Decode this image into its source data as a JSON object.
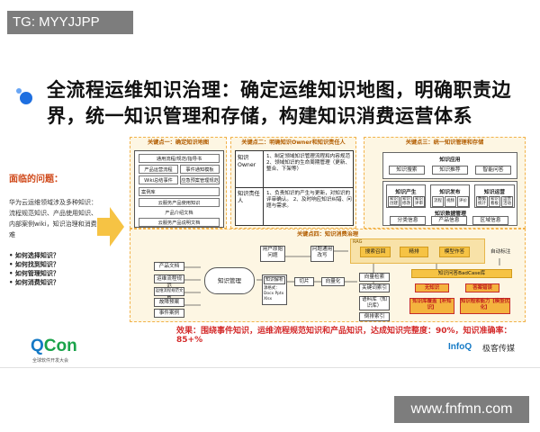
{
  "badge": {
    "text": "TG: MYYJJPP"
  },
  "title": "全流程运维知识治理：确定运维知识地图，明确职责边界，统一知识管理和存储，构建知识消费运营体系",
  "left": {
    "problem_title": "面临的问题：",
    "description": "华为云运维领域涉及多种知识：流程规范知识、产品使用知识、内部案例wiki，知识治理和消费难",
    "questions": [
      "如何选择知识？",
      "如何找到知识？",
      "如何管理知识？",
      "如何消费知识？"
    ]
  },
  "sec1": {
    "title": "关键点一：确定知识地图",
    "rows": [
      "通用流程/规范/指导书",
      "产品运营流程",
      "事件通知模板",
      "Wiki总结事件",
      "应急预案管理规范",
      "案例库",
      "云服务产品使用知识",
      "产品介绍文档",
      "云服务产品说明文档"
    ]
  },
  "sec2": {
    "title": "关键点二：明确知识Owner和知识责任人",
    "row1_head": "知识Owner",
    "row1_body": "1、制定领域知识管理流程和内容规范 2、领域知识的生命周期管理（更新、整合、下架等）",
    "row2_head": "知识责任人",
    "row2_body": "1、负责知识的产生与更新，对知识的评审确认。 2、及时响应知识纠错、问题与需求。"
  },
  "sec3": {
    "title": "关键点三：统一知识管理和存储",
    "app_title": "知识应用",
    "apps": [
      "知识搜索",
      "知识推荐",
      "智能问答"
    ],
    "produce_title": "知识产生",
    "produce_items": [
      "知识创建",
      "知识修改",
      "知识评审"
    ],
    "publish_title": "知识发布",
    "publish_items": [
      "流程",
      "视频",
      "评价"
    ],
    "ops_title": "知识运营",
    "ops_items": [
      "数据统计",
      "知识看板",
      "运营活动"
    ],
    "platform_title": "知识数据管理",
    "platform_items": [
      "分类信息",
      "产品信息",
      "区域信息"
    ]
  },
  "sec4": {
    "title": "关键点四：知识消费治理",
    "sources": [
      "产品文档",
      "运维流程规范",
      "运维流程规范文档",
      "故障预案",
      "事件案例"
    ],
    "knowledge_mgmt": "知识管理",
    "user_question": "用户原始问题",
    "rewrite": "问题通用改写",
    "parse": "知识解析",
    "parse_formats": "源格式：Docx Pptx Xlsx",
    "cut": "切片",
    "vectorize": "向量化",
    "vector_retrieve": "向量检索",
    "keyword_retrieve": "关键词索引",
    "rerank": "倒排索引",
    "index_repo": "语料库（知识库）",
    "rag": "RAG",
    "search_chain": "搜索召回",
    "refine": "精排",
    "model": "模型作答",
    "auto_label": "自动标注",
    "badcase": "知识问答BadCase库",
    "no_knowledge": "无知识",
    "wrong_answer": "答案错误",
    "kb_gap": "知识库覆盖【补知识】",
    "model_gap": "知识检索能力【模型优化】"
  },
  "effect": "效果：围绕事件知识，运维流程规范知识和产品知识，达成知识完整度：90%，知识准确率：85+%",
  "footer": {
    "qcon_q": "Q",
    "qcon_rest": "Con",
    "qcon_sub": "全球软件开发大会",
    "infoq": "InfoQ",
    "infoq_cn": "极客传媒"
  },
  "watermark": "www.fnfmn.com",
  "colors": {
    "accent_blue": "#1e6fe0",
    "warn_red": "#d42a2a",
    "panel_yellow": "#fdf6e3",
    "box_yellow": "#f6c344"
  }
}
